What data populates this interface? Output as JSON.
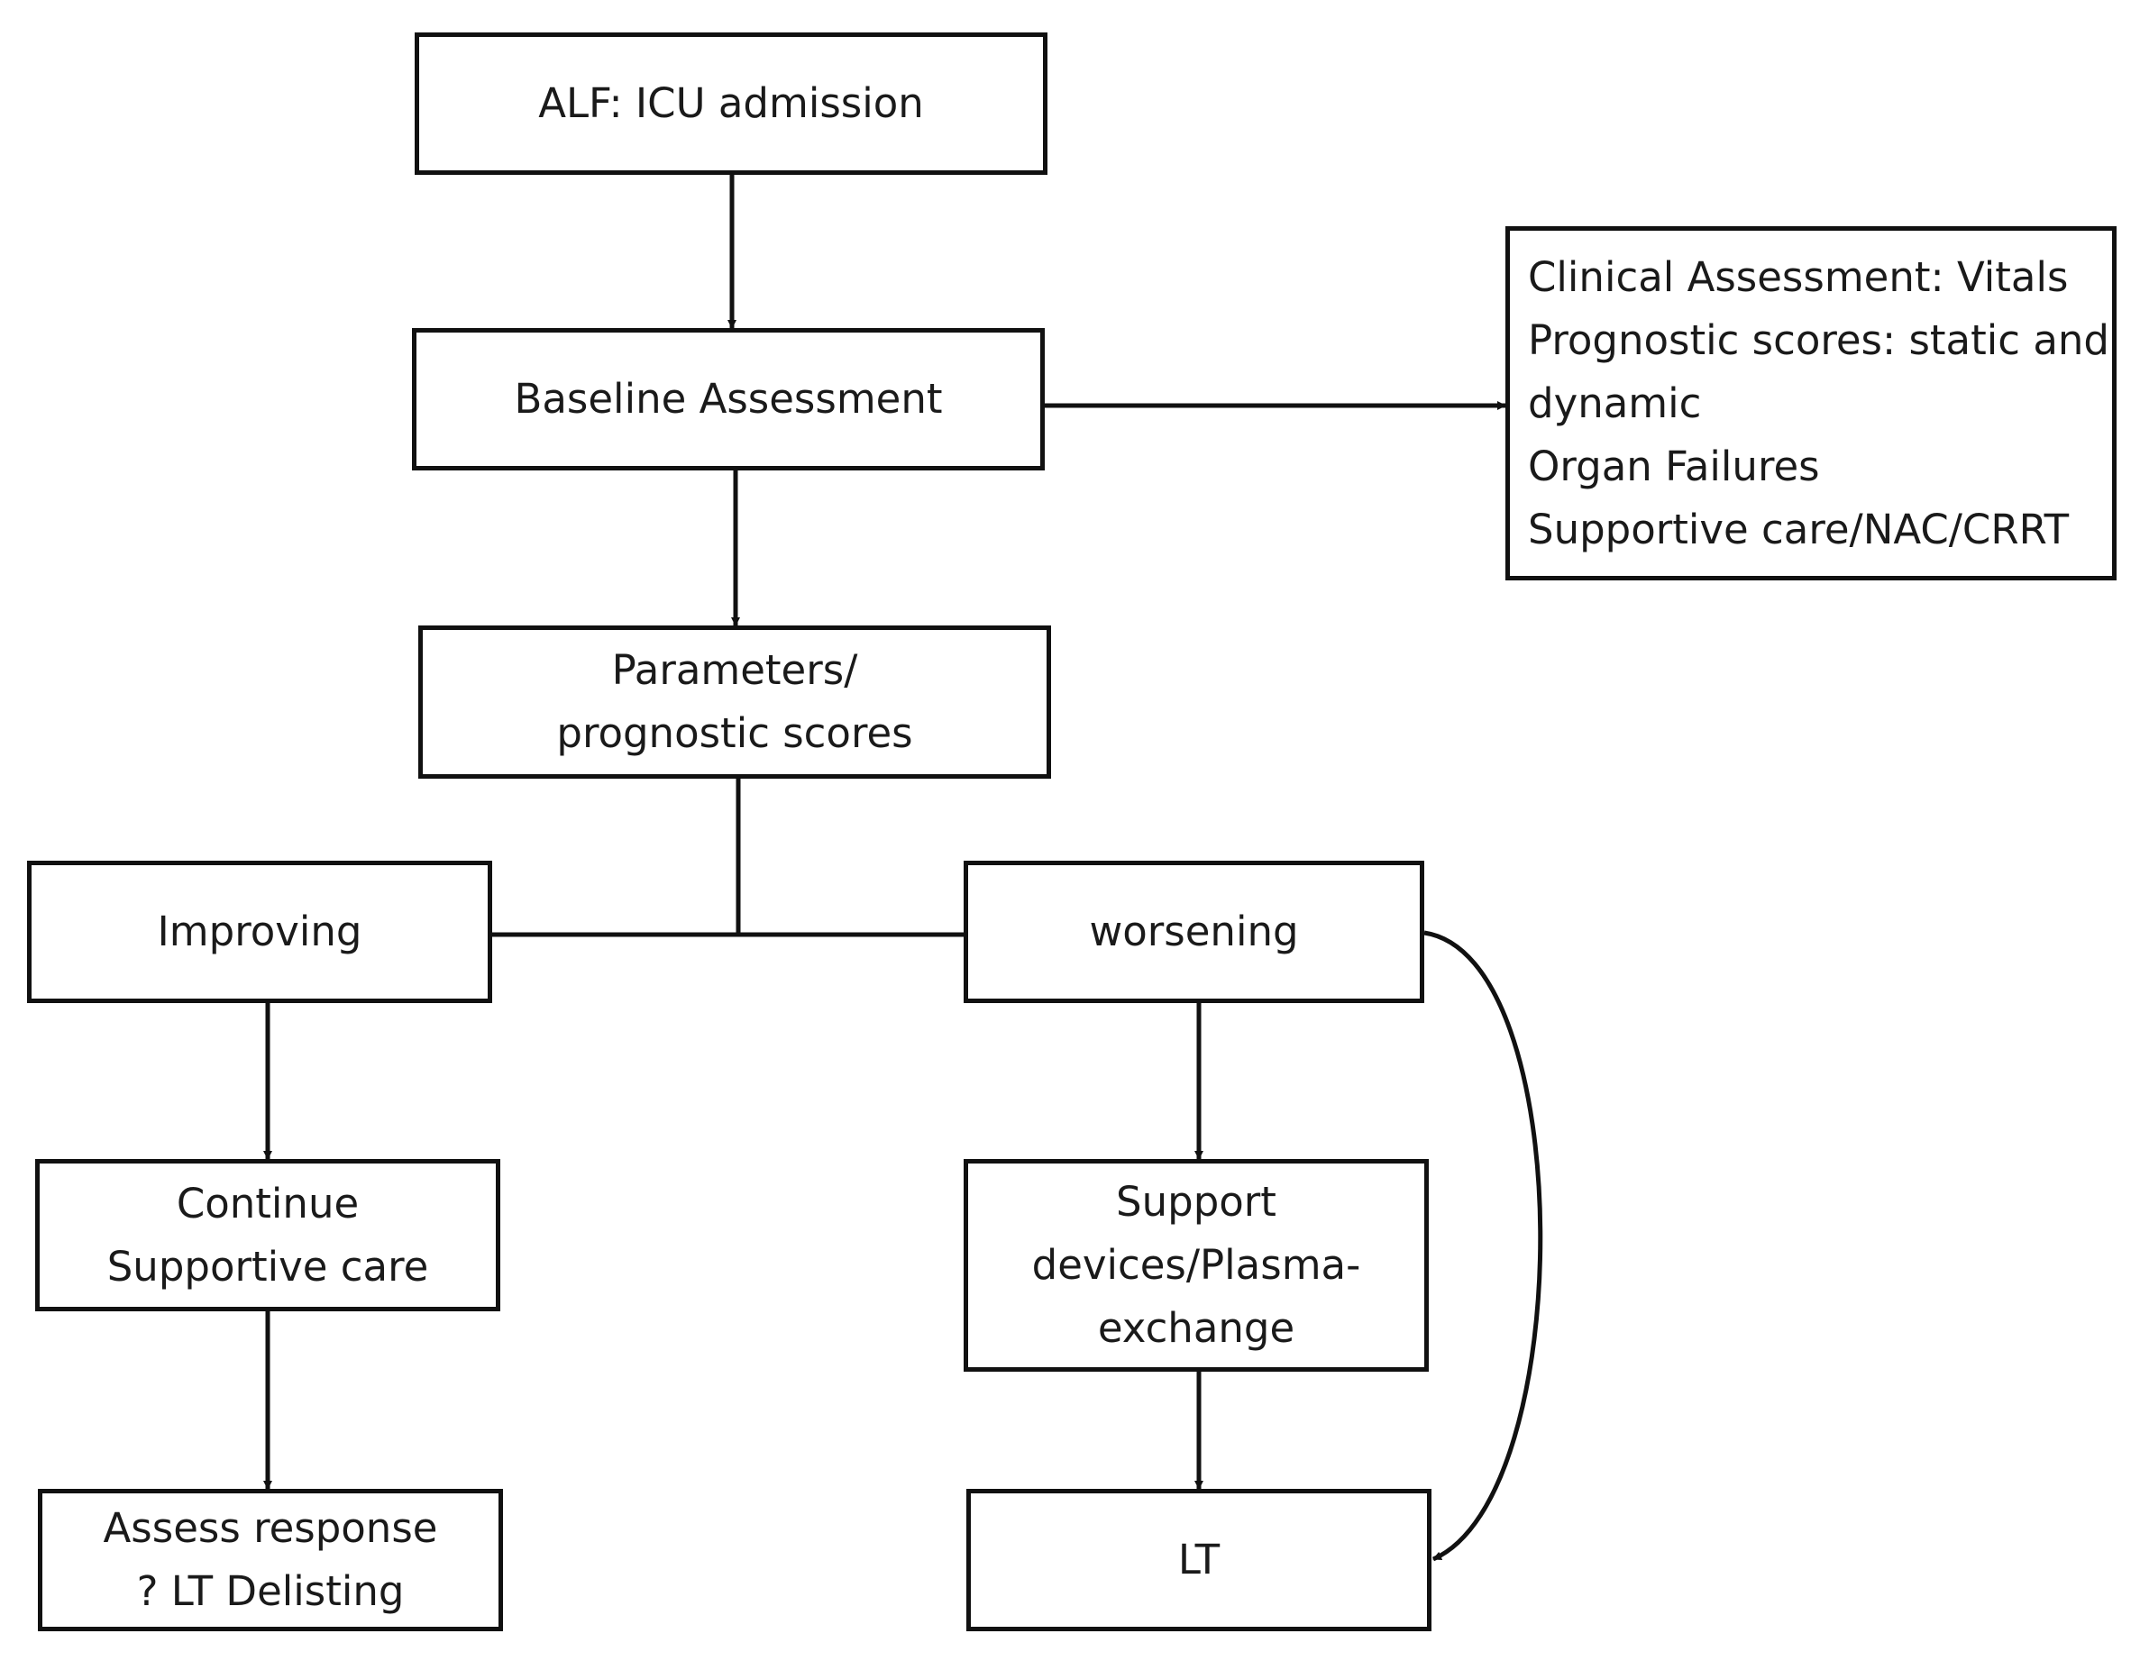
{
  "nodes": {
    "icu_admission": {
      "lines": [
        "ALF: ICU admission"
      ]
    },
    "baseline_assessment": {
      "lines": [
        "Baseline Assessment"
      ]
    },
    "assessment_details": {
      "lines": [
        "Clinical Assessment: Vitals",
        "Prognostic scores: static and",
        "dynamic",
        "Organ Failures",
        "Supportive care/NAC/CRRT"
      ]
    },
    "parameters": {
      "lines": [
        "Parameters/",
        "prognostic scores"
      ]
    },
    "improving": {
      "lines": [
        "Improving"
      ]
    },
    "worsening": {
      "lines": [
        "worsening"
      ]
    },
    "continue_care": {
      "lines": [
        "Continue",
        "Supportive care"
      ]
    },
    "support_devices": {
      "lines": [
        "Support",
        "devices/Plasma-",
        "exchange"
      ]
    },
    "assess_response": {
      "lines": [
        "Assess response",
        "? LT Delisting"
      ]
    },
    "lt": {
      "lines": [
        "LT"
      ]
    }
  },
  "colors": {
    "stroke": "#111111",
    "background": "#ffffff",
    "text": "#1a1a1a"
  }
}
